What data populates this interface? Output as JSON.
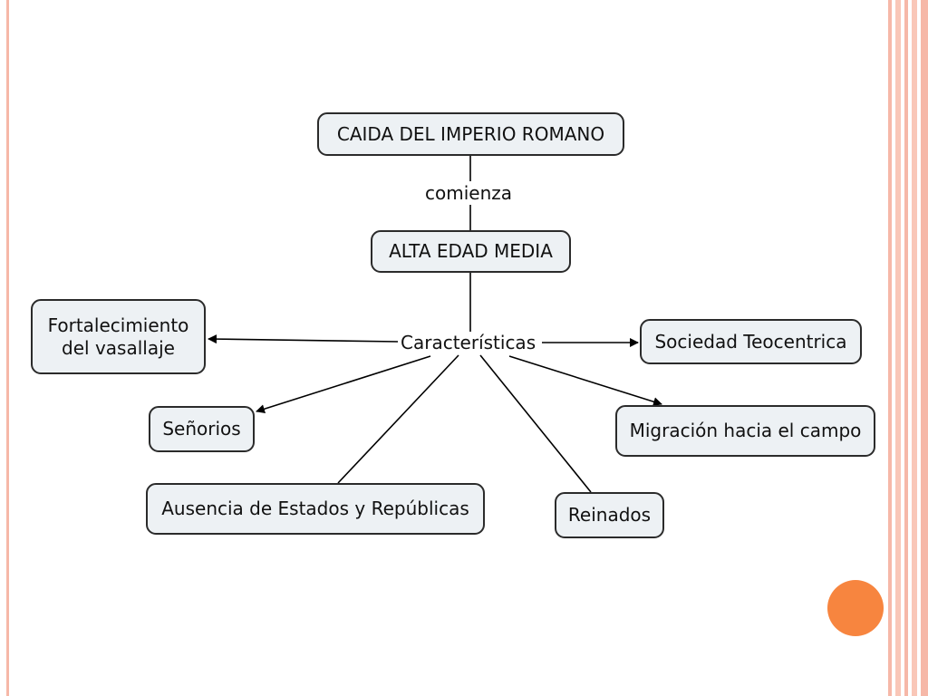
{
  "diagram": {
    "nodes": {
      "caida": "CAIDA DEL IMPERIO ROMANO",
      "alta_edad_media": "ALTA EDAD MEDIA",
      "fortalecimiento": "Fortalecimiento\ndel vasallaje",
      "sociedad": "Sociedad Teocentrica",
      "senorios": "Señorios",
      "migracion": "Migración hacia el campo",
      "ausencia": "Ausencia de Estados y Repúblicas",
      "reinados": "Reinados"
    },
    "link_labels": {
      "comienza": "comienza",
      "caracteristicas": "Características"
    }
  },
  "colors": {
    "node_fill": "#edf1f4",
    "node_border": "#2b2b2b",
    "accent_dot": "#f7853f",
    "frame_lines": "#f6b8a8"
  }
}
